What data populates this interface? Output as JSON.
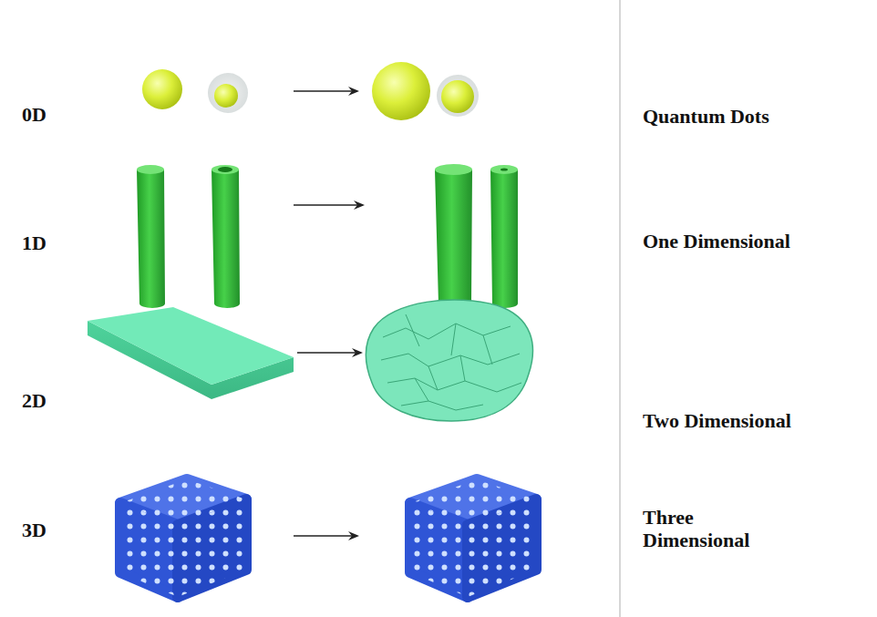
{
  "diagram": {
    "labels": [
      "0D",
      "Quantum Dots",
      "1D",
      "One Dimensional",
      "2D",
      "Two Dimensional",
      "3D",
      "Three Dimensional"
    ]
  }
}
